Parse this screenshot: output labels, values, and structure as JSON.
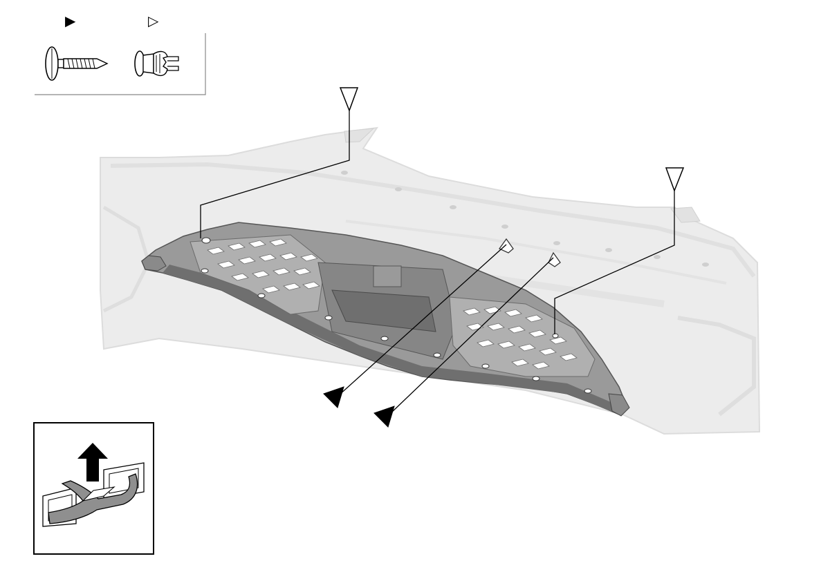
{
  "legend": {
    "filled_marker": "▶",
    "outline_marker": "▷",
    "items": [
      {
        "marker": "filled-triangle",
        "fastener": "screw-icon"
      },
      {
        "marker": "outline-triangle",
        "fastener": "push-clip-icon"
      }
    ]
  },
  "callouts": {
    "outline_triangles": 2,
    "filled_triangles": 2
  },
  "detail_inset": {
    "icon": "arrow-up-icon",
    "depicts": "clip-release-detail"
  },
  "colors": {
    "line": "#000000",
    "part_dark": "#6f6f6f",
    "part_mid": "#9a9a9a",
    "part_light": "#c9c9c9",
    "background_part": "#ececec"
  }
}
